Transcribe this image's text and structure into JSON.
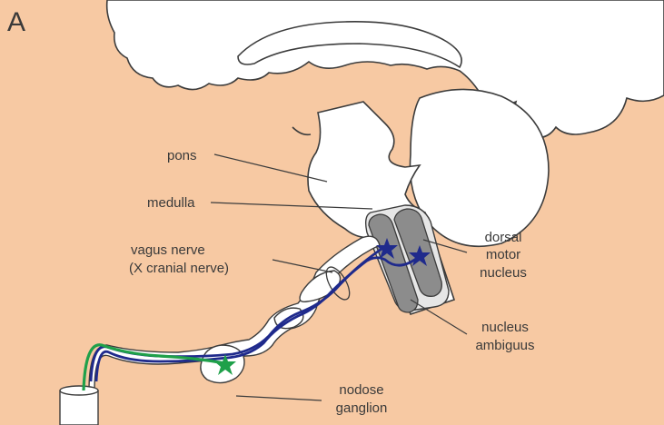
{
  "panel_letter": "A",
  "colors": {
    "background": "#f7c9a3",
    "outline": "#3c3c3c",
    "tissue": "#ffffff",
    "nucleus": "#8c8c8c",
    "motor_fiber": "#1f2a8c",
    "sensory_fiber": "#1fa04a"
  },
  "labels": {
    "pons": "pons",
    "medulla": "medulla",
    "vagus_line1": "vagus nerve",
    "vagus_line2": "(X cranial nerve)",
    "dorsal_line1": "dorsal",
    "dorsal_line2": "motor",
    "dorsal_line3": "nucleus",
    "ambiguus_line1": "nucleus",
    "ambiguus_line2": "ambiguus",
    "nodose_line1": "nodose",
    "nodose_line2": "ganglion"
  }
}
